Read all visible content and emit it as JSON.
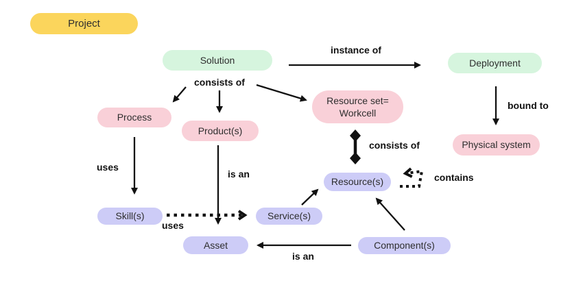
{
  "diagram": {
    "background": "#ffffff"
  },
  "colors": {
    "yellow": "#fbd55c",
    "green": "#d6f5de",
    "pink": "#f9d0d8",
    "lavender": "#cdccf7",
    "edge": "#111111",
    "node_text": "#2e2e2e"
  },
  "nodes": {
    "project": {
      "label": "Project"
    },
    "solution": {
      "label": "Solution"
    },
    "deployment": {
      "label": "Deployment"
    },
    "process": {
      "label": "Process"
    },
    "products": {
      "label": "Product(s)"
    },
    "resource_set": {
      "label_line1": "Resource set=",
      "label_line2": "Workcell"
    },
    "physical_system": {
      "label": "Physical system"
    },
    "skills": {
      "label": "Skill(s)"
    },
    "services": {
      "label": "Service(s)"
    },
    "resources": {
      "label": "Resource(s)"
    },
    "asset": {
      "label": "Asset"
    },
    "components": {
      "label": "Component(s)"
    }
  },
  "edge_labels": {
    "instance_of": "instance of",
    "consists_of_solution": "consists of",
    "bound_to": "bound to",
    "consists_of_workcell": "consists of",
    "contains": "contains",
    "uses_process_skill": "uses",
    "is_an_product_asset": "is an",
    "uses_skill_service": "uses",
    "is_an_component_asset": "is an"
  }
}
